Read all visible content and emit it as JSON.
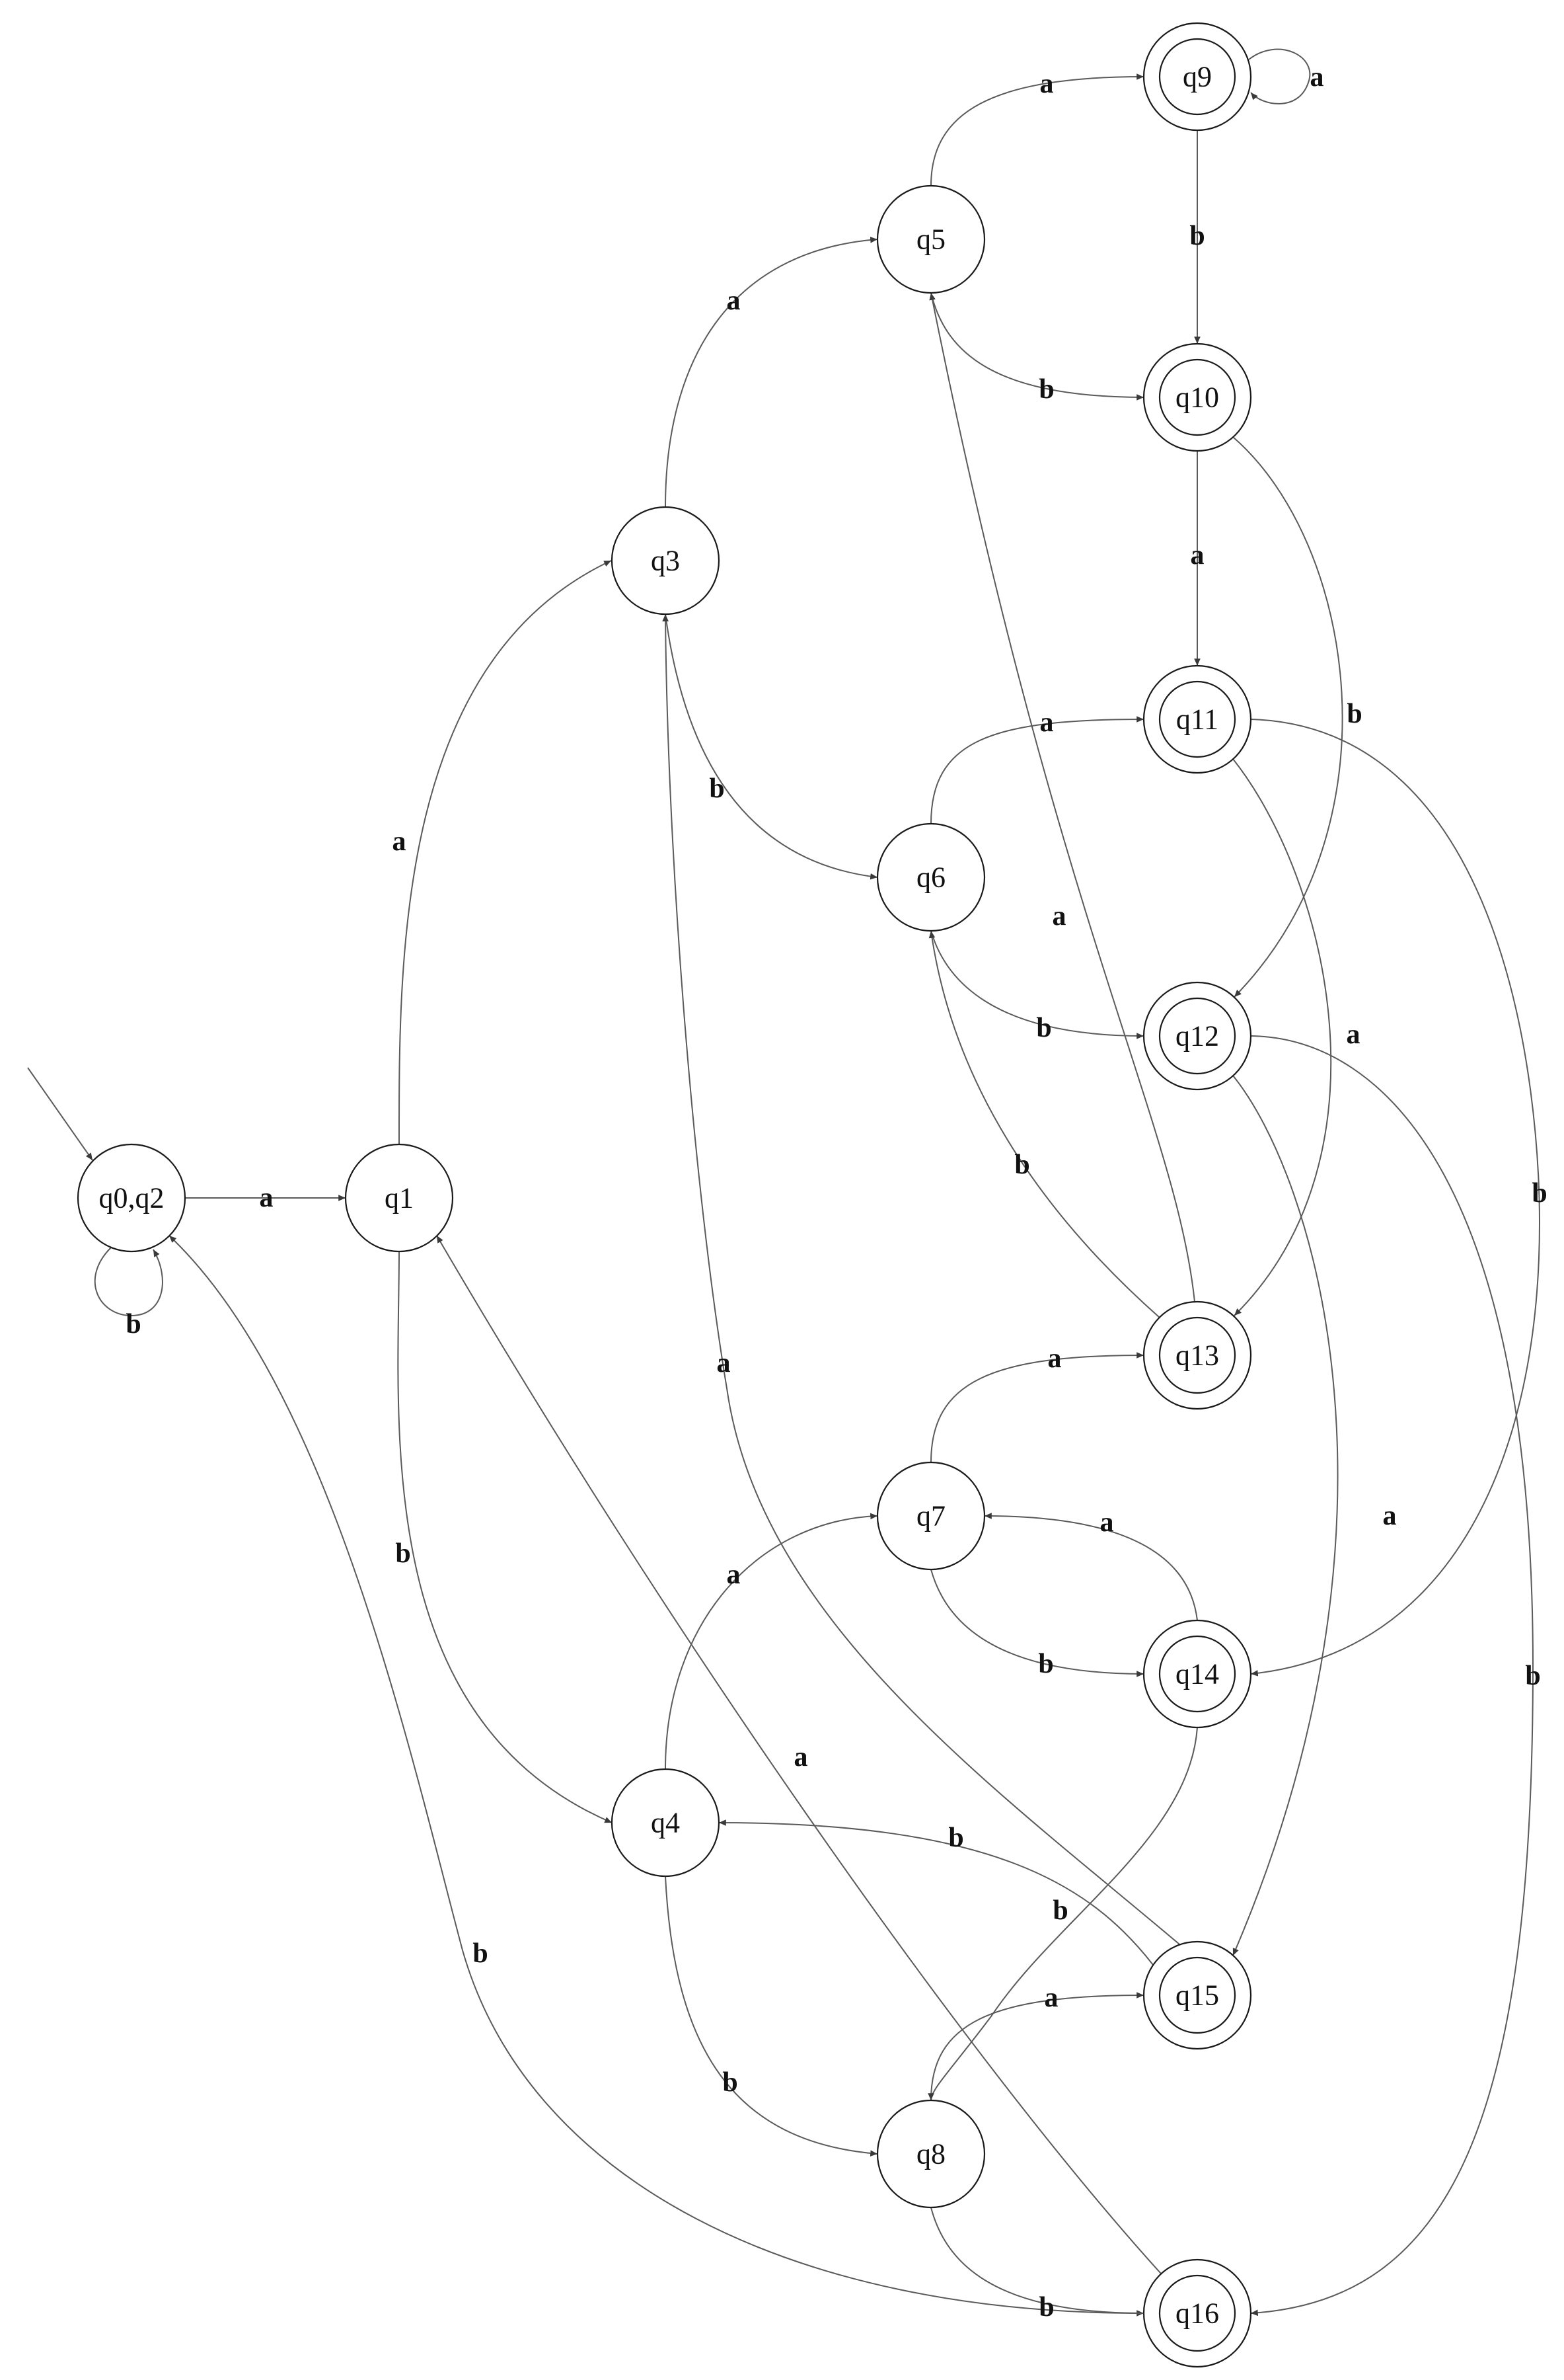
{
  "diagram": {
    "states": [
      {
        "id": "q0q2",
        "label": "q0,q2",
        "accepting": false,
        "initial": true
      },
      {
        "id": "q1",
        "label": "q1",
        "accepting": false
      },
      {
        "id": "q3",
        "label": "q3",
        "accepting": false
      },
      {
        "id": "q4",
        "label": "q4",
        "accepting": false
      },
      {
        "id": "q5",
        "label": "q5",
        "accepting": false
      },
      {
        "id": "q6",
        "label": "q6",
        "accepting": false
      },
      {
        "id": "q7",
        "label": "q7",
        "accepting": false
      },
      {
        "id": "q8",
        "label": "q8",
        "accepting": false
      },
      {
        "id": "q9",
        "label": "q9",
        "accepting": true
      },
      {
        "id": "q10",
        "label": "q10",
        "accepting": true
      },
      {
        "id": "q11",
        "label": "q11",
        "accepting": true
      },
      {
        "id": "q12",
        "label": "q12",
        "accepting": true
      },
      {
        "id": "q13",
        "label": "q13",
        "accepting": true
      },
      {
        "id": "q14",
        "label": "q14",
        "accepting": true
      },
      {
        "id": "q15",
        "label": "q15",
        "accepting": true
      },
      {
        "id": "q16",
        "label": "q16",
        "accepting": true
      }
    ],
    "transitions": [
      {
        "from": "q0q2",
        "to": "q0q2",
        "symbol": "b"
      },
      {
        "from": "q0q2",
        "to": "q1",
        "symbol": "a"
      },
      {
        "from": "q1",
        "to": "q3",
        "symbol": "a"
      },
      {
        "from": "q1",
        "to": "q4",
        "symbol": "b"
      },
      {
        "from": "q3",
        "to": "q5",
        "symbol": "a"
      },
      {
        "from": "q3",
        "to": "q6",
        "symbol": "b"
      },
      {
        "from": "q4",
        "to": "q7",
        "symbol": "a"
      },
      {
        "from": "q4",
        "to": "q8",
        "symbol": "b"
      },
      {
        "from": "q5",
        "to": "q9",
        "symbol": "a"
      },
      {
        "from": "q5",
        "to": "q10",
        "symbol": "b"
      },
      {
        "from": "q6",
        "to": "q11",
        "symbol": "a"
      },
      {
        "from": "q6",
        "to": "q12",
        "symbol": "b"
      },
      {
        "from": "q7",
        "to": "q13",
        "symbol": "a"
      },
      {
        "from": "q7",
        "to": "q14",
        "symbol": "b"
      },
      {
        "from": "q8",
        "to": "q15",
        "symbol": "a"
      },
      {
        "from": "q8",
        "to": "q16",
        "symbol": "b"
      },
      {
        "from": "q9",
        "to": "q9",
        "symbol": "a"
      },
      {
        "from": "q9",
        "to": "q10",
        "symbol": "b"
      },
      {
        "from": "q10",
        "to": "q11",
        "symbol": "a"
      },
      {
        "from": "q10",
        "to": "q12",
        "symbol": "b"
      },
      {
        "from": "q11",
        "to": "q13",
        "symbol": "a"
      },
      {
        "from": "q11",
        "to": "q14",
        "symbol": "b"
      },
      {
        "from": "q12",
        "to": "q15",
        "symbol": "a"
      },
      {
        "from": "q12",
        "to": "q16",
        "symbol": "b"
      },
      {
        "from": "q13",
        "to": "q5",
        "symbol": "a"
      },
      {
        "from": "q13",
        "to": "q6",
        "symbol": "b"
      },
      {
        "from": "q14",
        "to": "q7",
        "symbol": "a"
      },
      {
        "from": "q14",
        "to": "q8",
        "symbol": "b"
      },
      {
        "from": "q15",
        "to": "q3",
        "symbol": "a"
      },
      {
        "from": "q15",
        "to": "q4",
        "symbol": "b"
      },
      {
        "from": "q16",
        "to": "q1",
        "symbol": "a"
      },
      {
        "from": "q16",
        "to": "q0q2",
        "symbol": "b"
      }
    ]
  }
}
